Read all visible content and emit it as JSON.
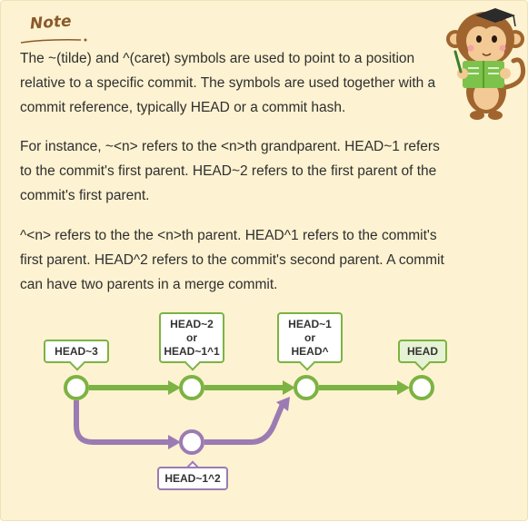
{
  "note": {
    "label": "Note",
    "paragraphs": [
      "The ~(tilde) and ^(caret) symbols are used to point to a position relative to a specific commit. The symbols are used together with a commit reference, typically HEAD or a commit hash.",
      "For instance, ~<n> refers to the <n>th grandparent. HEAD~1 refers to the commit's first parent. HEAD~2 refers to the first parent of the commit's first parent.",
      "^<n> refers to the the <n>th parent. HEAD^1 refers to the commit's first parent. HEAD^2 refers to the commit's second parent. A commit can have two parents in a merge commit."
    ]
  },
  "diagram": {
    "labels": {
      "head3": "HEAD~3",
      "head2": [
        "HEAD~2",
        "or",
        "HEAD~1^1"
      ],
      "head1": [
        "HEAD~1",
        "or",
        "HEAD^"
      ],
      "head": "HEAD",
      "branch": "HEAD~1^2"
    },
    "colors": {
      "main_line": "#7cb342",
      "branch_line": "#9c7bb3",
      "node_fill": "#ffffff",
      "background": "#fdf2d1"
    }
  }
}
